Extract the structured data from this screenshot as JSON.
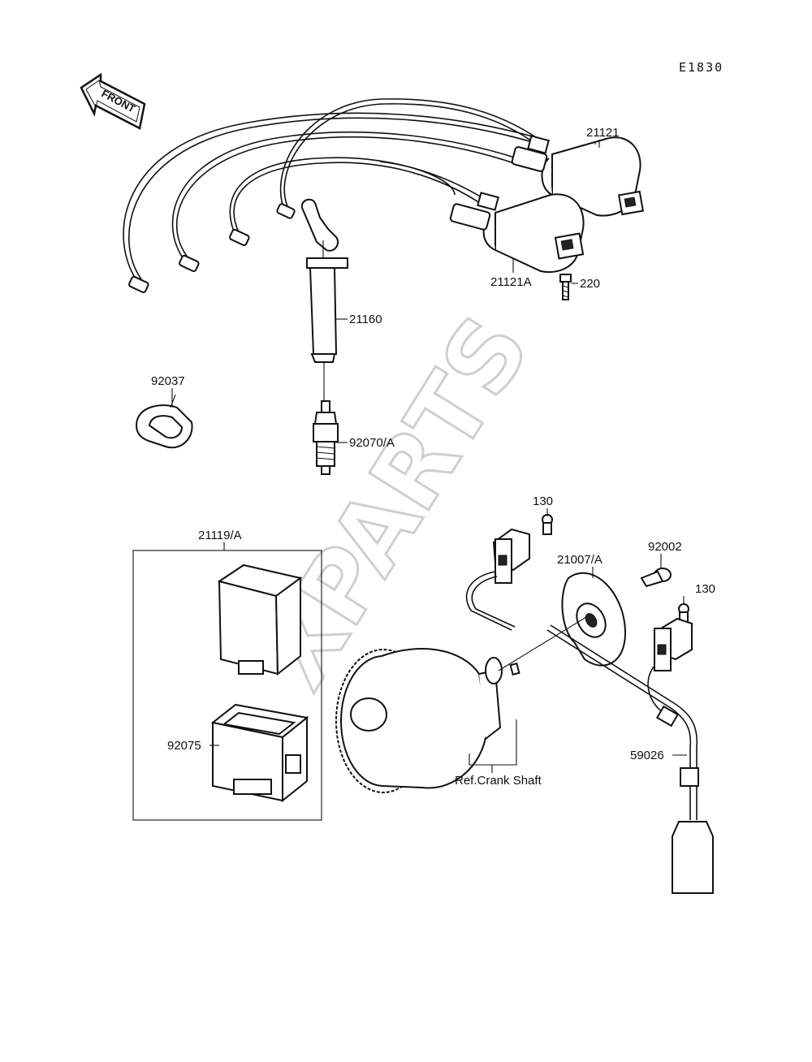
{
  "diagram_code": "E1830",
  "front_badge": "FRONT",
  "watermark": "XPARTS",
  "labels": {
    "coil_upper": "21121",
    "coil_lower": "21121A",
    "screw_coil": "220",
    "spark_cap": "21160",
    "clamp": "92037",
    "spark_plug": "92070/A",
    "igniter_group": "21119/A",
    "igniter_case": "92075",
    "pickup_screw_1": "130",
    "pickup_screw_2": "130",
    "timing_plate_bolt": "92002",
    "timing_plate": "21007/A",
    "harness": "59026",
    "crank_ref": "Ref.Crank Shaft"
  }
}
